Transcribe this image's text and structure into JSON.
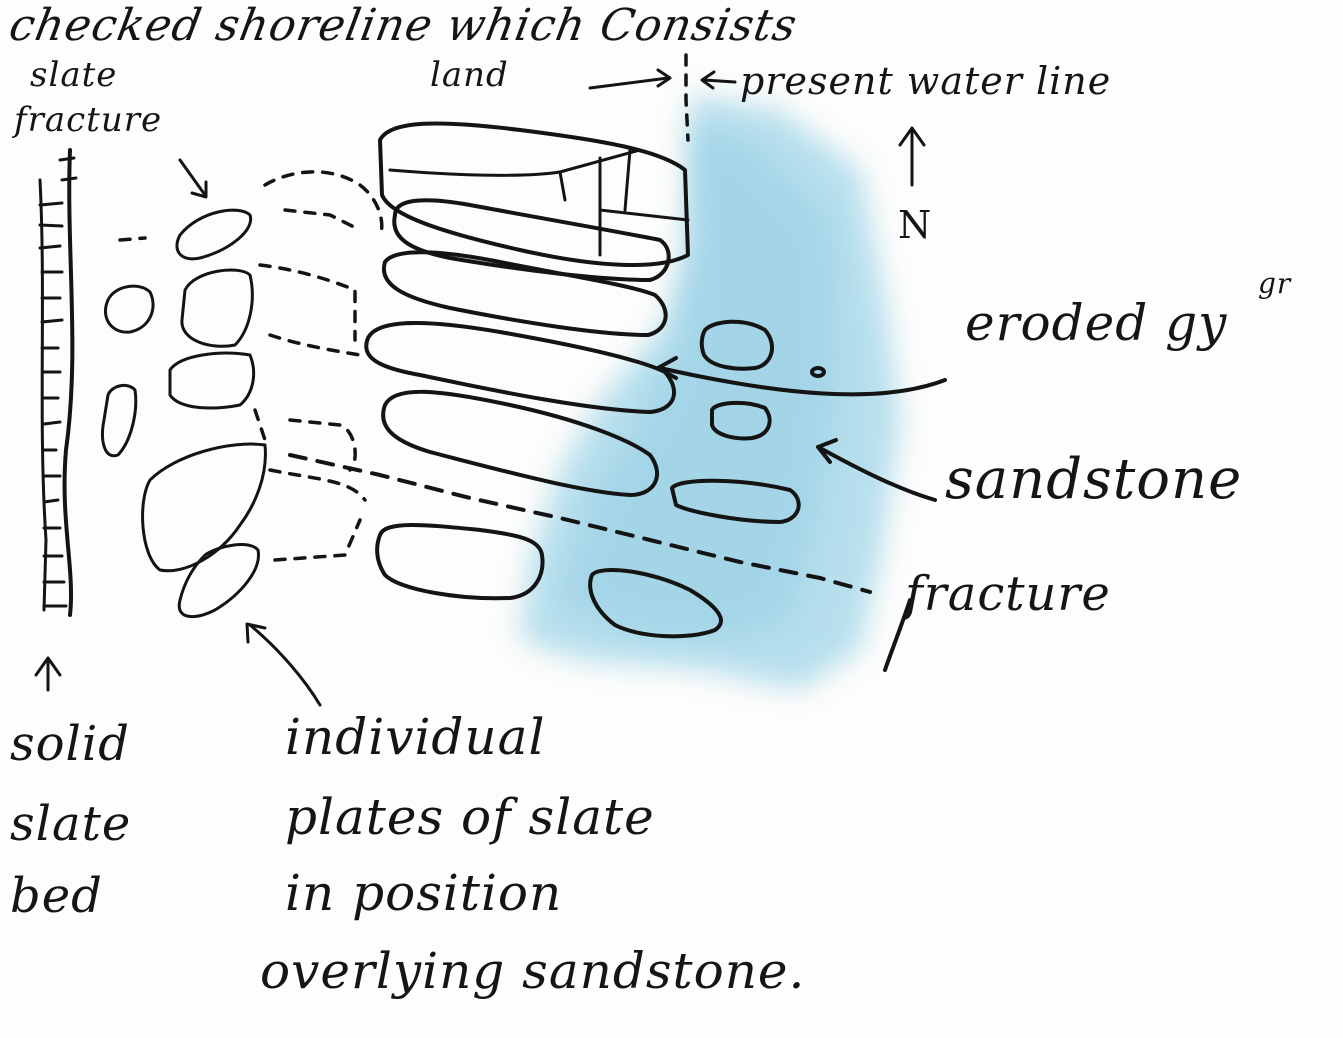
{
  "annotations": {
    "heading": "checked shoreline which Consists",
    "slate_fracture_top": "slate",
    "slate_fracture_bottom": "fracture",
    "land": "land",
    "present_water_line": "present water line",
    "north": "N",
    "eroded_top": "gr",
    "eroded": "eroded gy",
    "sandstone": "sandstone",
    "fracture": "fracture",
    "solid_slate_bed": [
      "solid",
      "slate",
      "bed"
    ],
    "individual_plates": [
      "individual",
      "plates of slate",
      "in position",
      "overlying sandstone."
    ]
  },
  "colors": {
    "ink": "#141414",
    "water_wash": "#9fd4e8",
    "paper": "#fdfdfb"
  }
}
